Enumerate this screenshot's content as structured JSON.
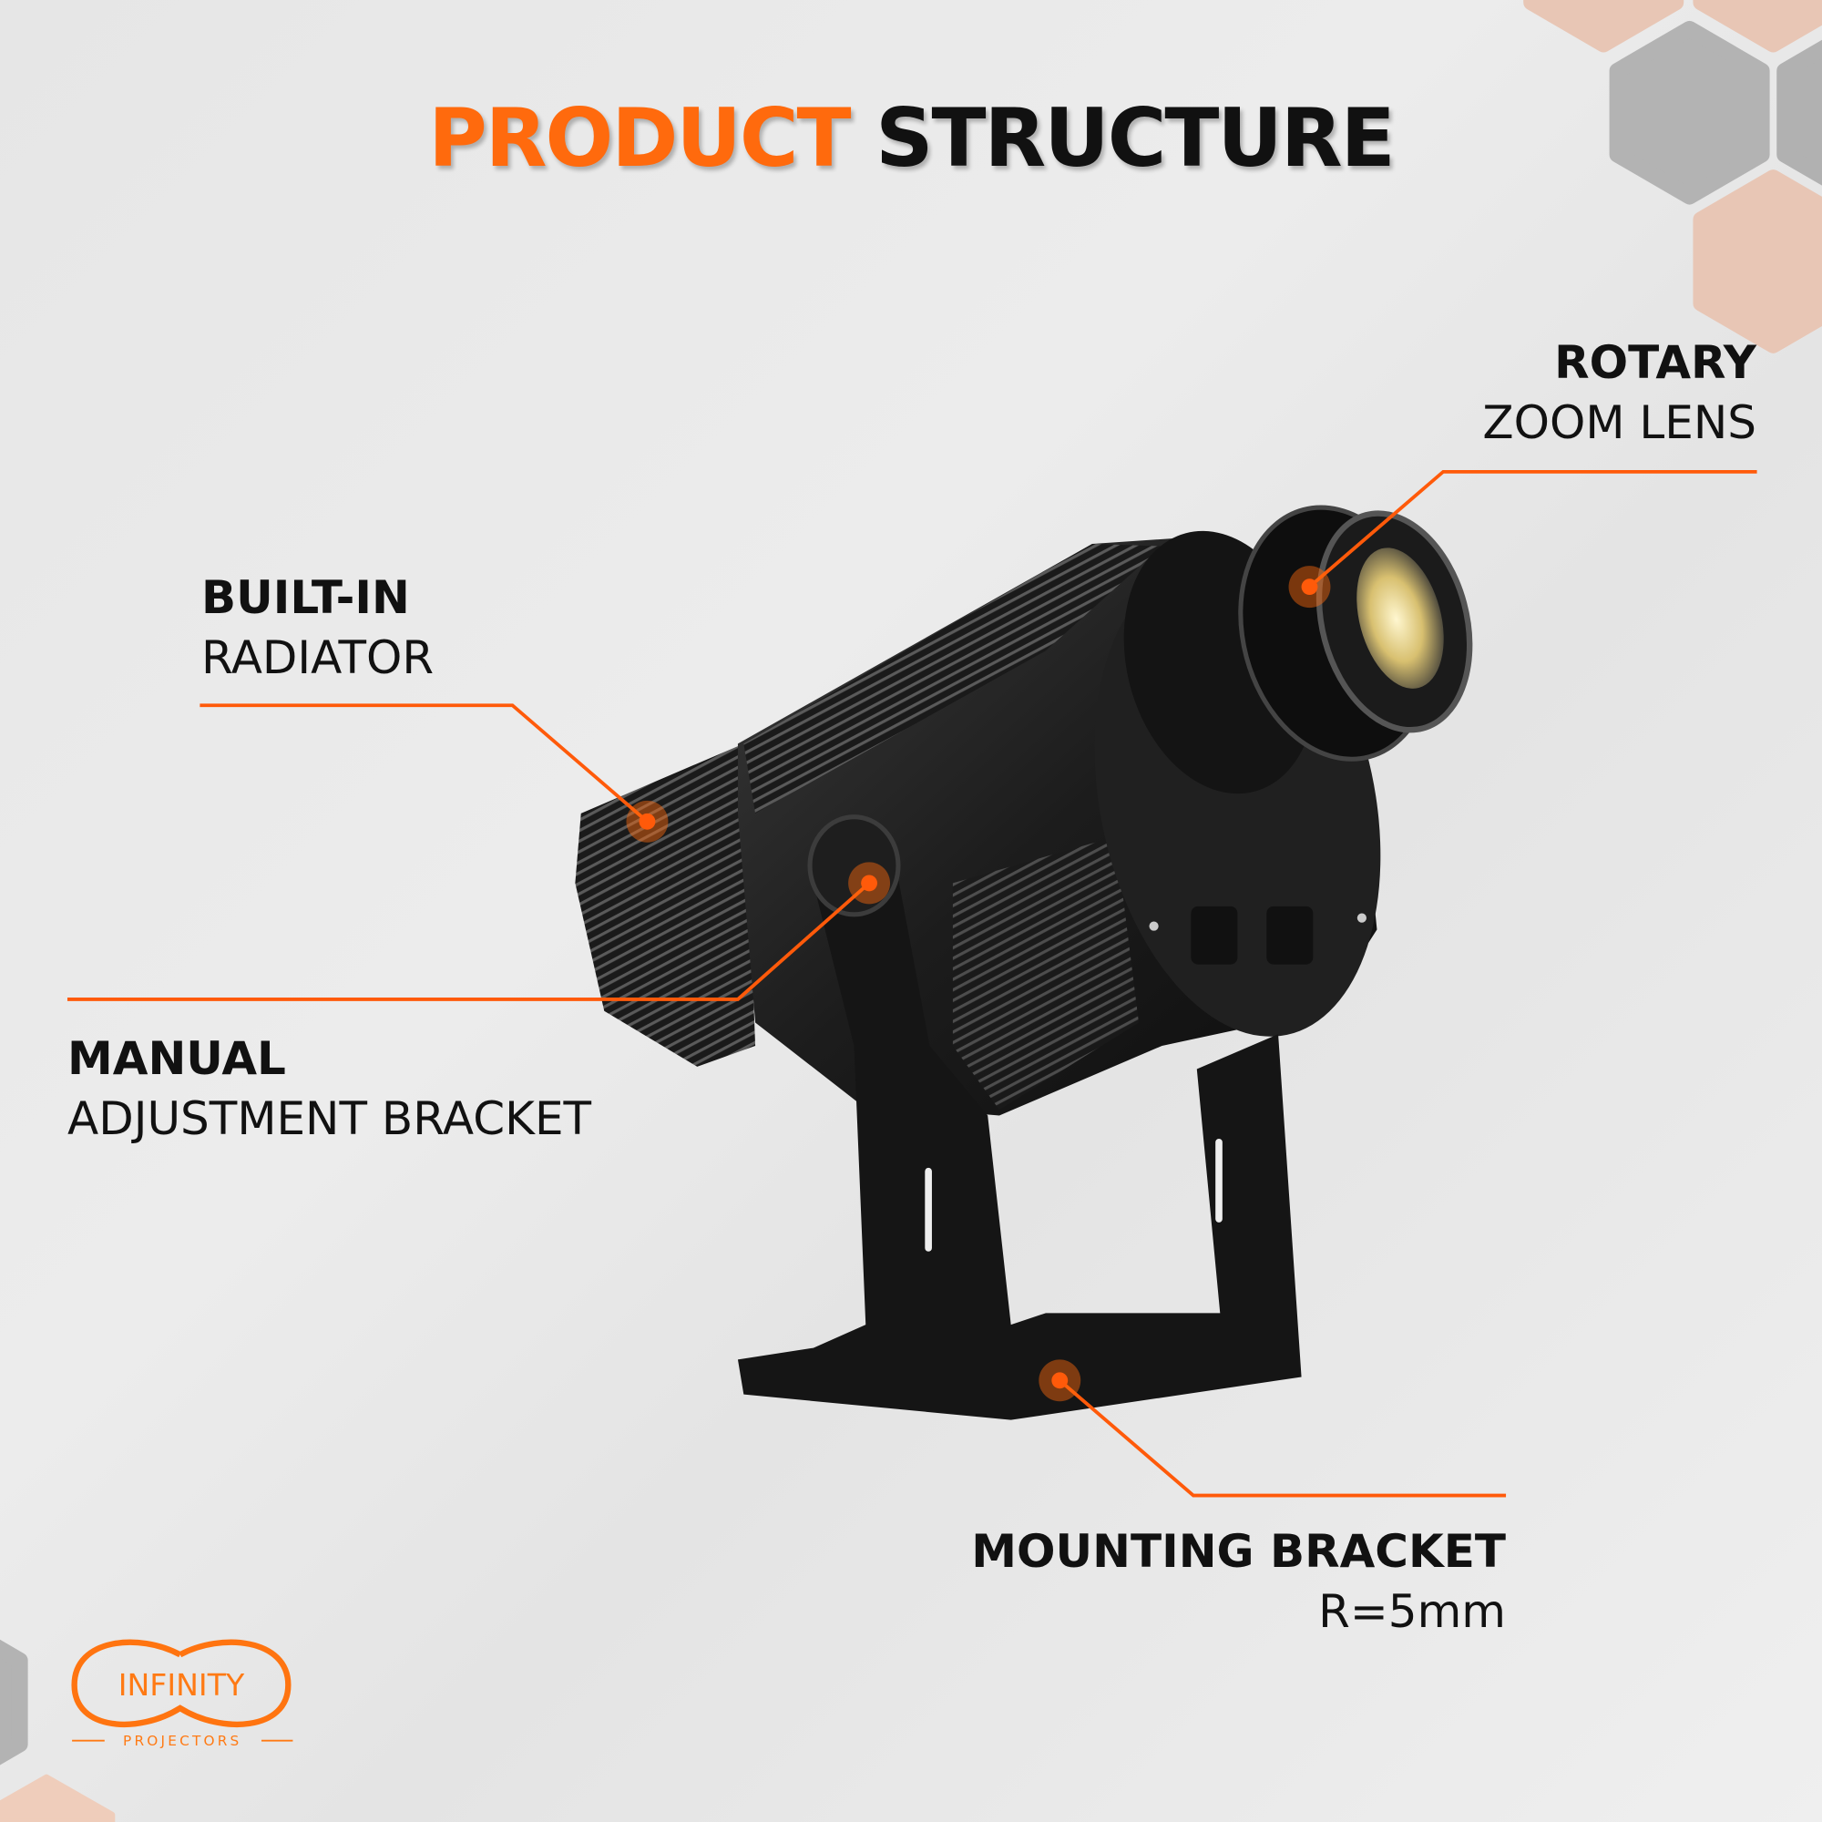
{
  "title": {
    "accent": "PRODUCT",
    "main": "STRUCTURE"
  },
  "callouts": [
    {
      "id": "rotary-zoom-lens",
      "bold": "ROTARY",
      "regular": "ZOOM LENS"
    },
    {
      "id": "built-in-radiator",
      "bold": "BUILT-IN",
      "regular": "RADIATOR"
    },
    {
      "id": "manual-adjustment-bracket",
      "bold": "MANUAL",
      "regular": "ADJUSTMENT BRACKET"
    },
    {
      "id": "mounting-bracket",
      "bold": "MOUNTING BRACKET",
      "regular": "R=5mm"
    }
  ],
  "logo": {
    "brand": "INFINITY",
    "sub": "PROJECTORS"
  },
  "colors": {
    "accent": "#ff6a0d",
    "text": "#111111",
    "hex_gray": "#b3b3b3",
    "hex_peach": "#e8c6b5"
  }
}
